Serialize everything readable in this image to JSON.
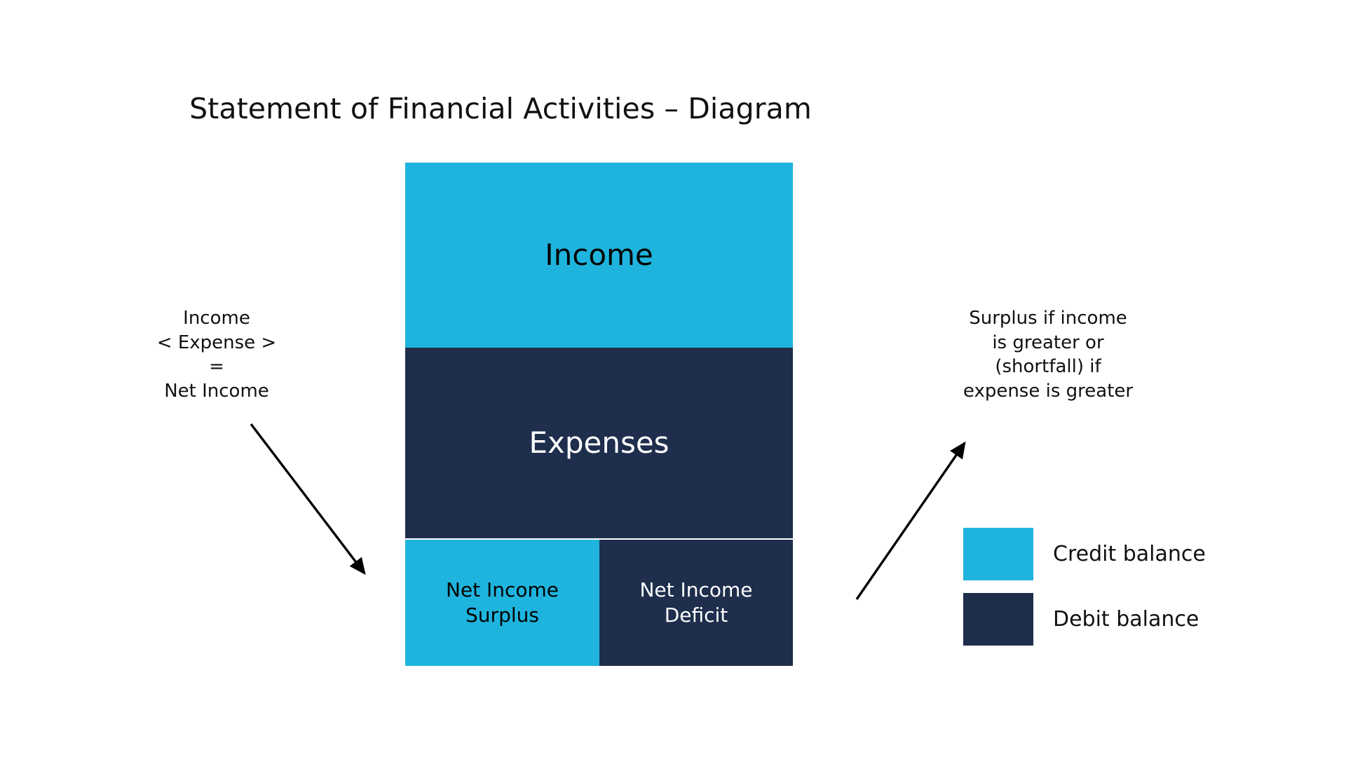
{
  "page": {
    "title": "Statement of Financial Activities – Diagram",
    "background_color": "#ffffff"
  },
  "colors": {
    "credit_cyan": "#1fb4dd",
    "debit_navy": "#1e2e4c",
    "text_dark": "#111111",
    "text_light": "#ffffff",
    "arrow": "#000000"
  },
  "diagram": {
    "blocks": [
      {
        "id": "income",
        "label": "Income",
        "fill": "#1fb4dd",
        "text_color": "#000000"
      },
      {
        "id": "expenses",
        "label": "Expenses",
        "fill": "#1e2e4c",
        "text_color": "#ffffff"
      }
    ],
    "bottom_row": [
      {
        "id": "net-income-surplus",
        "line1": "Net Income",
        "line2": "Surplus",
        "fill": "#1fb4dd",
        "text_color": "#000000"
      },
      {
        "id": "net-income-deficit",
        "line1": "Net Income",
        "line2": "Deficit",
        "fill": "#1e2e4c",
        "text_color": "#ffffff"
      }
    ]
  },
  "annotations": {
    "left": {
      "line1": "Income",
      "line2": "< Expense >",
      "line3": "=",
      "line4": "Net Income",
      "arrow_direction": "down-right"
    },
    "right": {
      "line1": "Surplus if income",
      "line2": "is greater or",
      "line3": "(shortfall) if",
      "line4": "expense is greater",
      "arrow_direction": "up-right"
    }
  },
  "legend": {
    "items": [
      {
        "label": "Credit balance",
        "color": "#1fb4dd"
      },
      {
        "label": "Debit balance",
        "color": "#1e2e4c"
      }
    ]
  }
}
